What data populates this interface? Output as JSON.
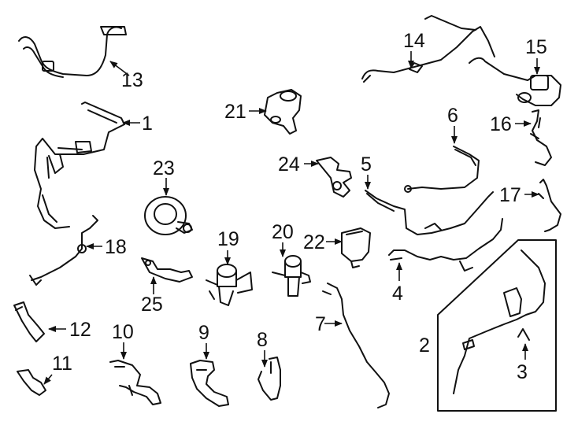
{
  "callouts": [
    "1",
    "2",
    "3",
    "4",
    "5",
    "6",
    "7",
    "8",
    "9",
    "10",
    "11",
    "12",
    "13",
    "14",
    "15",
    "16",
    "17",
    "18",
    "19",
    "20",
    "21",
    "22",
    "23",
    "24",
    "25"
  ],
  "colors": {
    "line": "#111111",
    "background": "#ffffff"
  }
}
